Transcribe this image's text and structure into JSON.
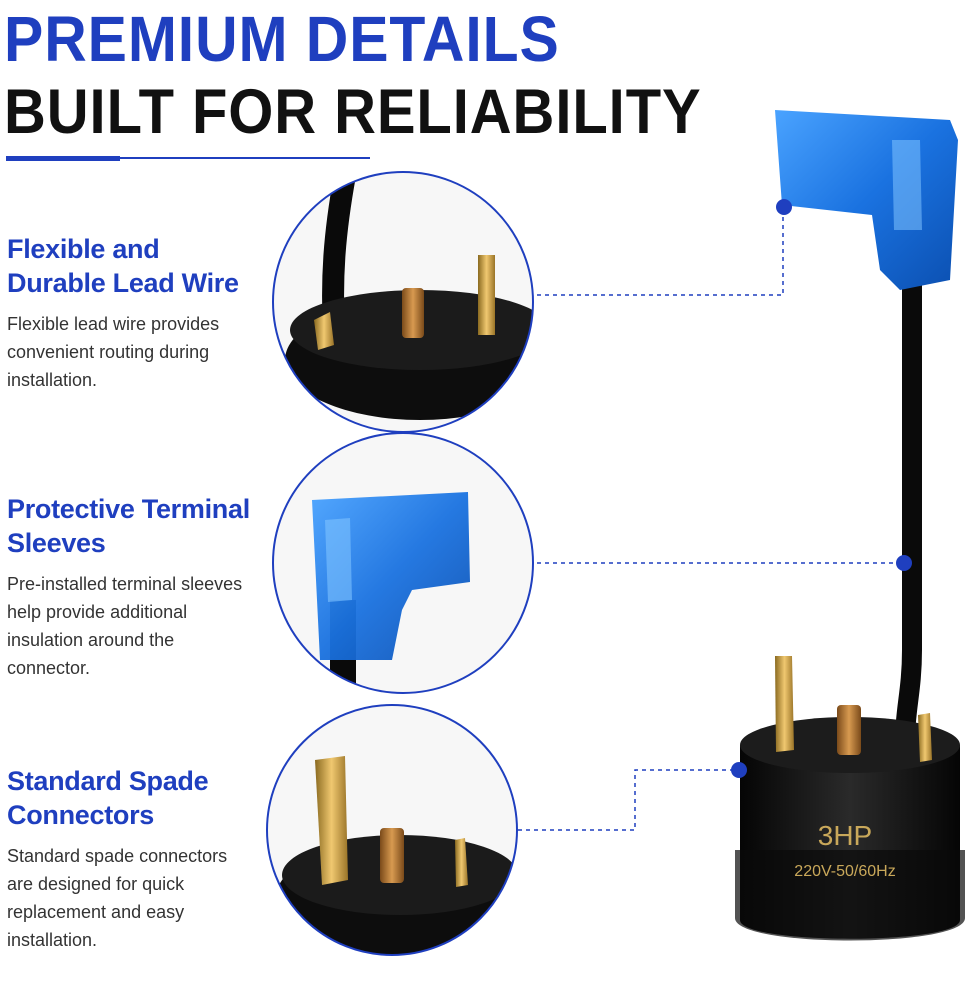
{
  "header": {
    "line1": "PREMIUM DETAILS",
    "line2": "BUILT FOR RELIABILITY"
  },
  "features": [
    {
      "title_line1": "Flexible and",
      "title_line2": "Durable Lead Wire",
      "description": "Flexible lead wire provides convenient routing during installation."
    },
    {
      "title_line1": "Protective Terminal",
      "title_line2": "Sleeves",
      "description": "Pre-installed terminal sleeves help provide additional insulation around the connector."
    },
    {
      "title_line1": "Standard Spade",
      "title_line2": "Connectors",
      "description": "Standard spade connectors are designed for quick replacement and easy installation."
    }
  ],
  "product_label": {
    "model": "3HP",
    "rating": "220V-50/60Hz"
  },
  "colors": {
    "brand_blue": "#1f3fbf",
    "sleeve_blue": "#1a72e0",
    "body_black": "#111111",
    "terminal_gold": "#c99a3a"
  }
}
